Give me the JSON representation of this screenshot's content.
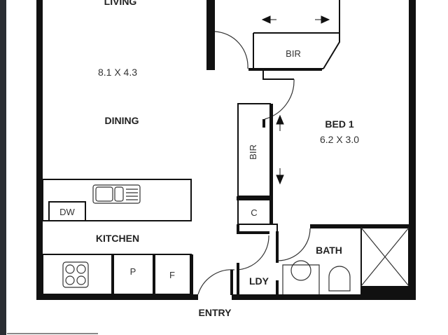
{
  "rooms": {
    "living": "LIVING",
    "living_dim": "8.1 X 4.3",
    "dining": "DINING",
    "bed1": "BED 1",
    "bed1_dim": "6.2 X 3.0",
    "bir_top": "BIR",
    "bir_side": "BIR",
    "cupboard": "C",
    "kitchen": "KITCHEN",
    "dishwasher": "DW",
    "pantry": "P",
    "fridge": "F",
    "bath": "BATH",
    "laundry": "LDY",
    "entry": "ENTRY"
  },
  "colors": {
    "walls": "#111111",
    "background": "#ffffff",
    "frame": "#2a2d33"
  }
}
